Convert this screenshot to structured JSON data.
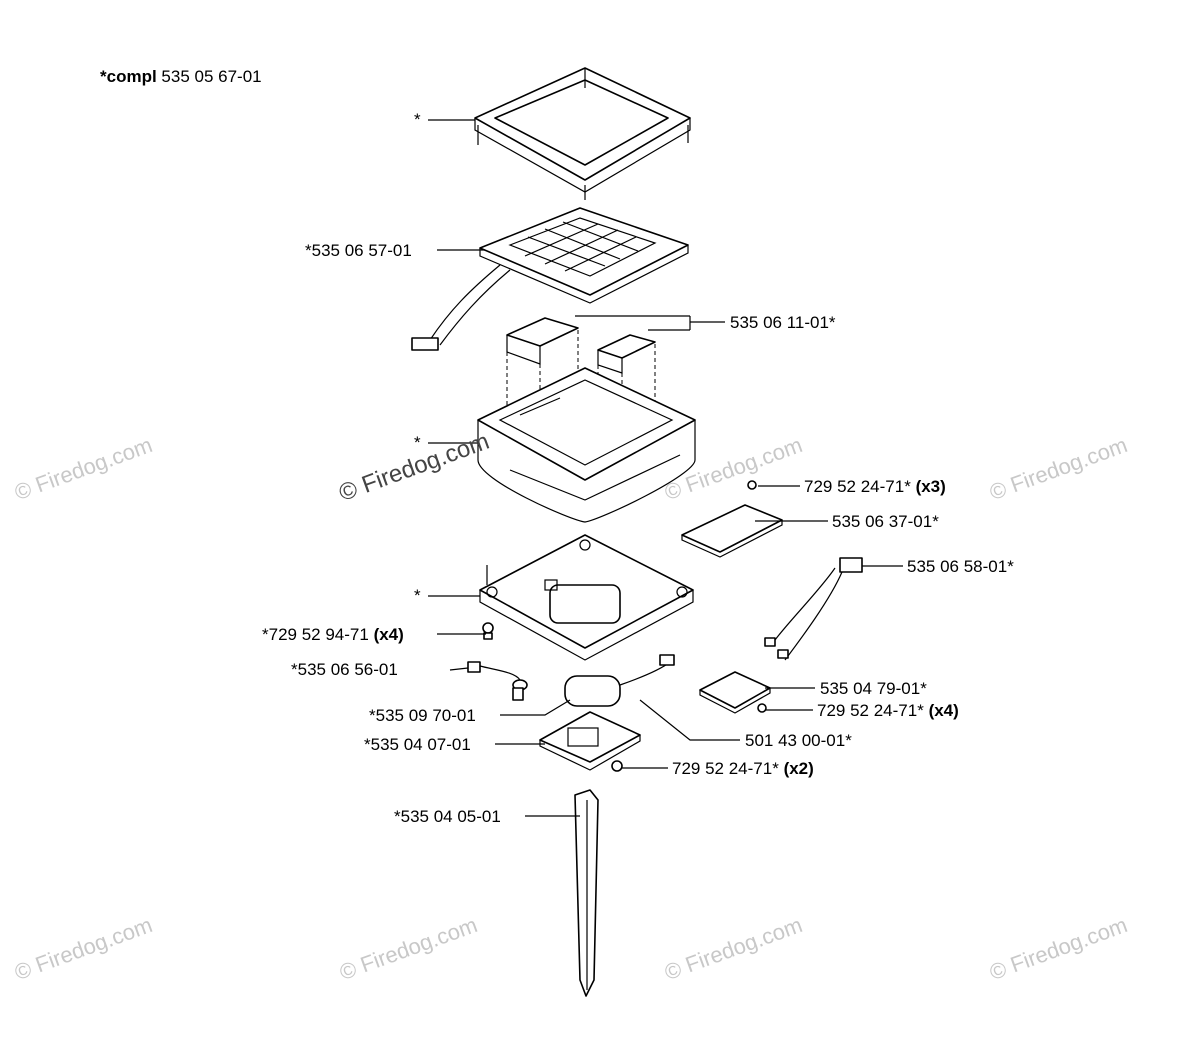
{
  "header": {
    "compl_prefix": "*compl",
    "compl_number": "535 05 67-01"
  },
  "labels": {
    "top_cover": "*",
    "solar_panel": "*535 06 57-01",
    "foam_pads": "535 06 11-01*",
    "housing": "*",
    "screw_pcb": "729 52 24-71*",
    "screw_pcb_qty": "(x3)",
    "pcb": "535 06 37-01*",
    "cable": "535 06 58-01*",
    "base": "*",
    "screw_base": "*729 52 94-71",
    "screw_base_qty": "(x4)",
    "switch": "*535 06 56-01",
    "plate": "535 04 79-01*",
    "screw_plate": "729 52 24-71*",
    "screw_plate_qty": "(x4)",
    "capacitor": "*535 09 70-01",
    "battery_cable": "501 43 00-01*",
    "battery_cover": "*535 04 07-01",
    "screw_cover": "729 52 24-71*",
    "screw_cover_qty": "(x2)",
    "stake": "*535 04 05-01"
  },
  "watermark": "© Firedog.com",
  "colors": {
    "watermark": "#c8c8c8",
    "line": "#000000"
  }
}
